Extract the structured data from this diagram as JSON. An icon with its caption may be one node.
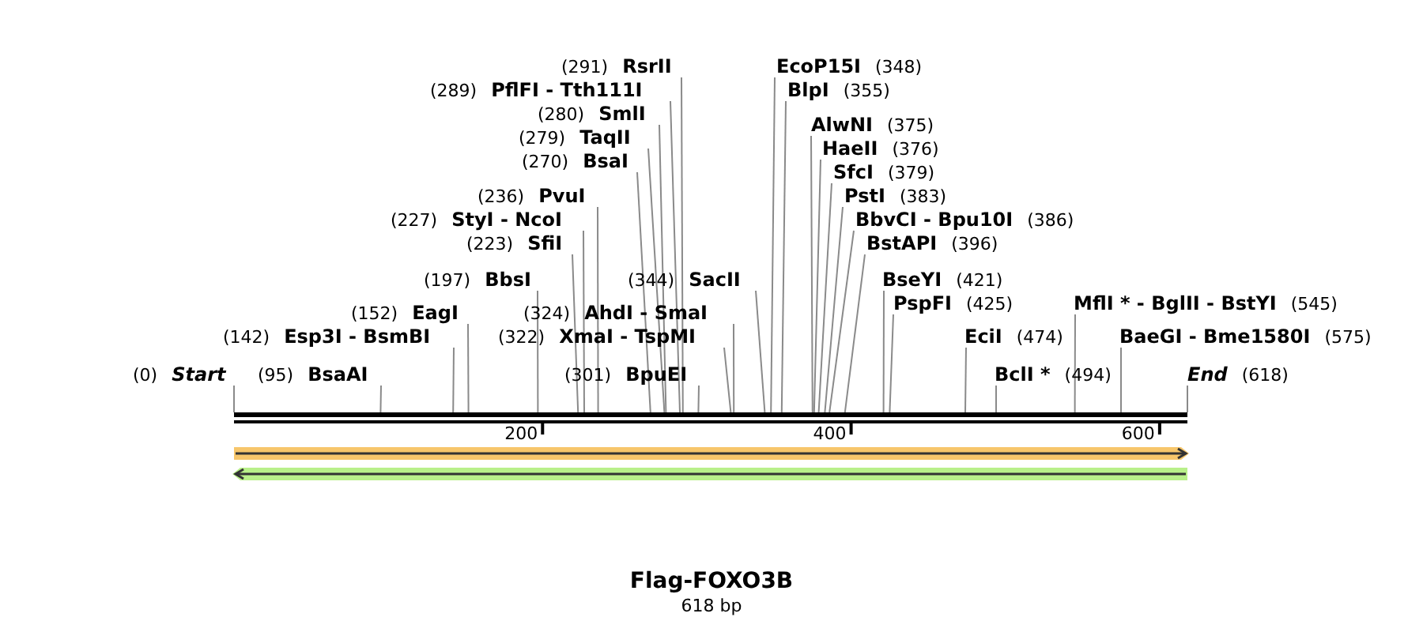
{
  "diagram": {
    "title": "Flag-FOXO3B",
    "caption": "618 bp",
    "nodes": [
      {
        "text": [
          "(291)",
          "RsrII"
        ]
      },
      {
        "text": [
          "EcoP15I",
          "(348)"
        ]
      },
      {
        "text": [
          "(289)",
          "PflFI - Tth111I"
        ]
      },
      {
        "text": [
          "BlpI",
          "(355)"
        ]
      },
      {
        "text": [
          "(280)",
          "SmlI"
        ]
      },
      {
        "text": [
          "AlwNI",
          "(375)"
        ]
      },
      {
        "text": [
          "(279)",
          "TaqII"
        ]
      },
      {
        "text": [
          "HaeII",
          "(376)"
        ]
      },
      {
        "text": [
          "(270)",
          "BsaI"
        ]
      },
      {
        "text": [
          "SfcI",
          "(379)"
        ]
      },
      {
        "text": [
          "(236)",
          "PvuI"
        ]
      },
      {
        "text": [
          "PstI",
          "(383)"
        ]
      },
      {
        "text": [
          "(227)",
          "StyI - NcoI"
        ]
      },
      {
        "text": [
          "BbvCI - Bpu10I",
          "(386)"
        ]
      },
      {
        "text": [
          "(223)",
          "SfiI"
        ]
      },
      {
        "text": [
          "BstAPI",
          "(396)"
        ]
      },
      {
        "text": [
          "(197)",
          "BbsI"
        ]
      },
      {
        "text": [
          "(344)",
          "SacII"
        ]
      },
      {
        "text": [
          "BseYI",
          "(421)"
        ]
      },
      {
        "text": [
          "PspFI",
          "(425)"
        ]
      },
      {
        "text": [
          "MflI * - BglII - BstYI",
          "(545)"
        ]
      },
      {
        "text": [
          "(152)",
          "EagI"
        ]
      },
      {
        "text": [
          "(324)",
          "AhdI - SmaI"
        ]
      },
      {
        "text": [
          "(142)",
          "Esp3I - BsmBI"
        ]
      },
      {
        "text": [
          "(322)",
          "XmaI - TspMI"
        ]
      },
      {
        "text": [
          "EciI",
          "(474)"
        ]
      },
      {
        "text": [
          "BaeGI - Bme1580I",
          "(575)"
        ]
      },
      {
        "text": [
          "(0)",
          "Start"
        ]
      },
      {
        "text": [
          "(95)",
          "BsaAI"
        ]
      },
      {
        "text": [
          "(301)",
          "BpuEI"
        ]
      },
      {
        "text": [
          "BclI *",
          "(494)"
        ]
      },
      {
        "text": [
          "End",
          "(618)"
        ]
      },
      {
        "text": [],
        "shape": "bar"
      }
    ],
    "edges": [
      {
        "from": 0,
        "to": 32,
        "arrow": "none"
      },
      {
        "from": 1,
        "to": 32,
        "arrow": "none"
      },
      {
        "from": 2,
        "to": 32,
        "arrow": "none"
      },
      {
        "from": 3,
        "to": 32,
        "arrow": "none"
      },
      {
        "from": 4,
        "to": 32,
        "arrow": "none"
      },
      {
        "from": 5,
        "to": 32,
        "arrow": "none"
      },
      {
        "from": 6,
        "to": 32,
        "arrow": "none"
      },
      {
        "from": 7,
        "to": 32,
        "arrow": "none"
      },
      {
        "from": 8,
        "to": 32,
        "arrow": "none"
      },
      {
        "from": 9,
        "to": 32,
        "arrow": "none"
      },
      {
        "from": 10,
        "to": 32,
        "arrow": "none"
      },
      {
        "from": 11,
        "to": 32,
        "arrow": "none"
      },
      {
        "from": 12,
        "to": 32,
        "arrow": "none"
      },
      {
        "from": 13,
        "to": 32,
        "arrow": "none"
      },
      {
        "from": 14,
        "to": 32,
        "arrow": "none"
      },
      {
        "from": 15,
        "to": 32,
        "arrow": "none"
      },
      {
        "from": 16,
        "to": 32,
        "arrow": "none"
      },
      {
        "from": 17,
        "to": 32,
        "arrow": "none"
      },
      {
        "from": 18,
        "to": 32,
        "arrow": "none"
      },
      {
        "from": 19,
        "to": 32,
        "arrow": "none"
      },
      {
        "from": 20,
        "to": 32,
        "arrow": "none"
      },
      {
        "from": 21,
        "to": 32,
        "arrow": "none"
      },
      {
        "from": 22,
        "to": 32,
        "arrow": "none"
      },
      {
        "from": 23,
        "to": 32,
        "arrow": "none"
      },
      {
        "from": 24,
        "to": 32,
        "arrow": "none"
      },
      {
        "from": 25,
        "to": 32,
        "arrow": "none"
      },
      {
        "from": 26,
        "to": 32,
        "arrow": "none"
      },
      {
        "from": 27,
        "to": 32,
        "arrow": "none"
      },
      {
        "from": 28,
        "to": 32,
        "arrow": "none"
      },
      {
        "from": 29,
        "to": 32,
        "arrow": "none"
      },
      {
        "from": 30,
        "to": 32,
        "arrow": "none"
      },
      {
        "from": 31,
        "to": 32,
        "arrow": "none"
      }
    ],
    "labels": [
      "200",
      "400",
      "600"
    ]
  }
}
